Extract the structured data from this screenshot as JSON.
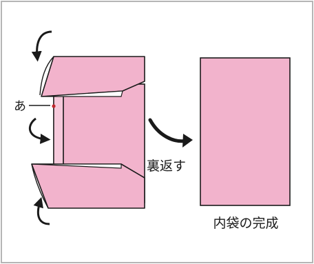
{
  "labels": {
    "point_a": "あ",
    "flip_over": "裏返す",
    "completed": "内袋の完成"
  },
  "colors": {
    "paper": "#F2B3CC",
    "paper_inside": "#F6C9DB",
    "outline": "#1a1a1a",
    "frame": "#b5b5b5",
    "point": "#c0282d"
  },
  "icons": {
    "fold_arrows": "curved-arrow-icon",
    "flip_arrow": "flip-arrow-icon"
  }
}
